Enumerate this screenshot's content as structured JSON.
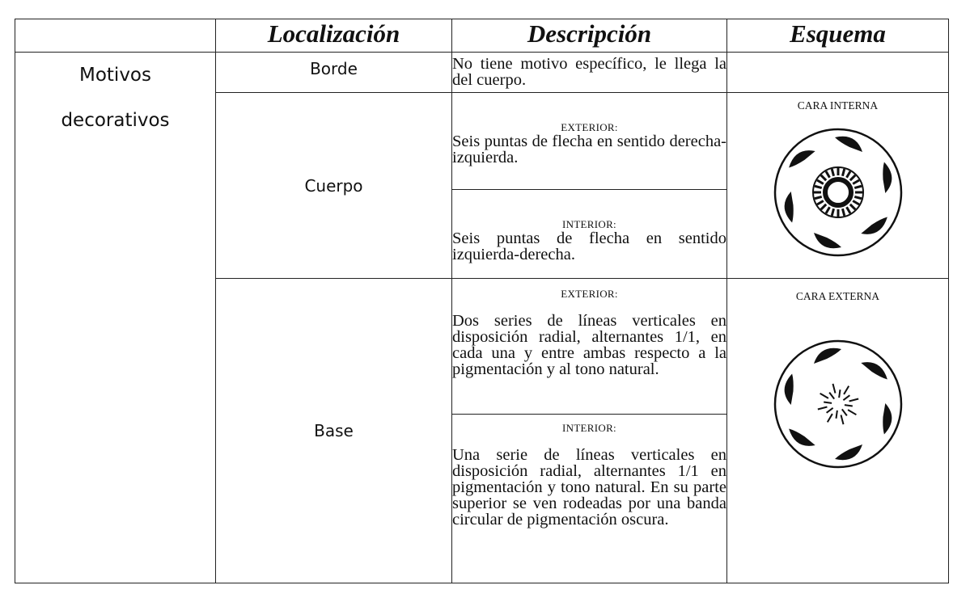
{
  "headers": {
    "localizacion": "Localización",
    "descripcion": "Descripción",
    "esquema": "Esquema"
  },
  "left_label": {
    "line1": "Motivos",
    "line2": "decorativos"
  },
  "rows": {
    "borde": {
      "loc": "Borde",
      "desc": "No tiene motivo específico, le llega la del cuerpo."
    },
    "cuerpo": {
      "loc": "Cuerpo",
      "exterior_tag": "EXTERIOR:",
      "exterior_desc": "Seis puntas de flecha en sentido derecha-izquierda.",
      "interior_tag": "INTERIOR:",
      "interior_desc": "Seis puntas de flecha en sentido izquierda-derecha.",
      "scheme_caption": "CARA INTERNA",
      "scheme_icon": "inner-face-rosette-icon"
    },
    "base": {
      "loc": "Base",
      "exterior_tag": "EXTERIOR:",
      "exterior_desc": "Dos series de líneas verticales en disposición radial, alternantes 1/1, en cada una y entre ambas respecto a la pigmentación y al tono natural.",
      "interior_tag": "INTERIOR:",
      "interior_desc": "Una serie de líneas verticales en disposición radial, alternantes 1/1 en pigmentación y tono natural. En su parte superior se ven rodeadas por una banda circular de pigmentación oscura.",
      "scheme_caption": "CARA EXTERNA",
      "scheme_icon": "outer-face-rosette-icon"
    }
  },
  "colors": {
    "ink": "#111111",
    "background": "#ffffff"
  }
}
